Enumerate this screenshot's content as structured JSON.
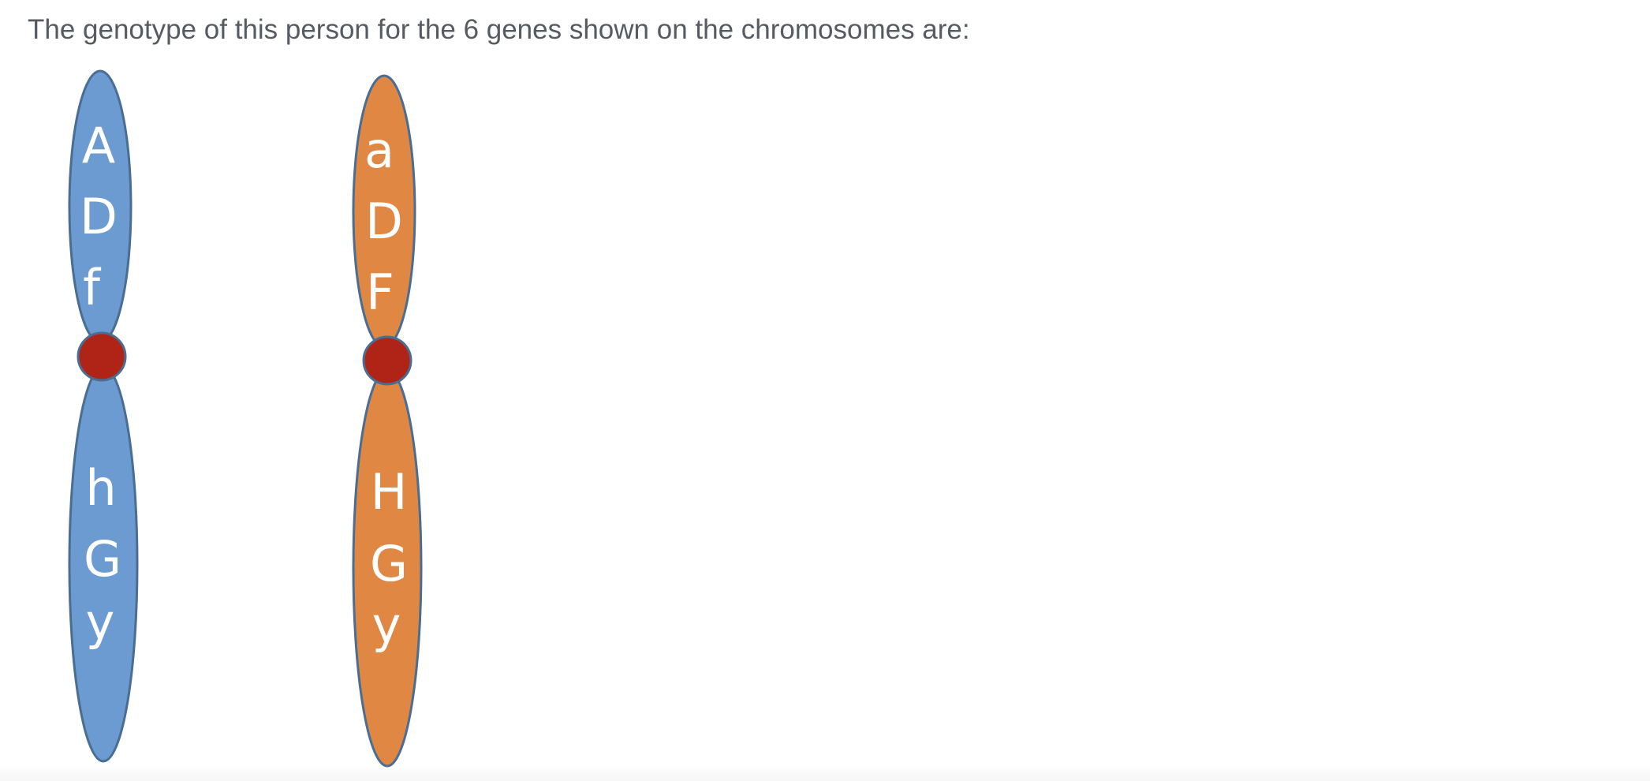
{
  "prompt": "The genotype of this person for the 6 genes shown on the chromosomes are:",
  "colors": {
    "chromosome_1": "#6b9bd1",
    "chromosome_2": "#e08743",
    "centromere": "#b02418",
    "outline": "#4a6d94"
  },
  "chromosome_1": {
    "upper_genes": [
      "A",
      "D",
      "f"
    ],
    "lower_genes": [
      "h",
      "G",
      "y"
    ]
  },
  "chromosome_2": {
    "upper_genes": [
      "a",
      "D",
      "F"
    ],
    "lower_genes": [
      "H",
      "G",
      "y"
    ]
  }
}
